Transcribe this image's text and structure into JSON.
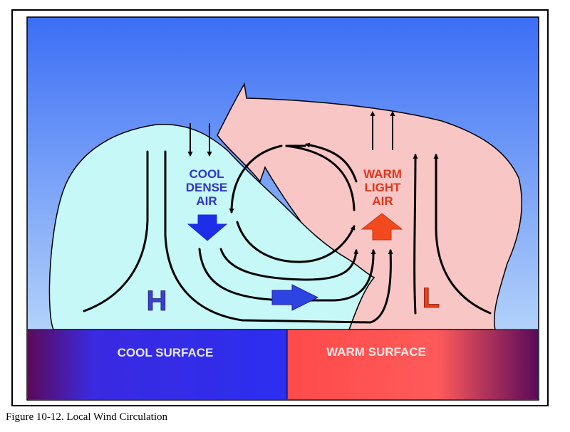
{
  "diagram": {
    "cool_air_label": [
      "COOL",
      "DENSE",
      "AIR"
    ],
    "warm_air_label": [
      "WARM",
      "LIGHT",
      "AIR"
    ],
    "high_pressure_label": "H",
    "low_pressure_label": "L",
    "cool_surface_label": "COOL SURFACE",
    "warm_surface_label": "WARM SURFACE"
  },
  "colors": {
    "sky_top": "#3b6ef5",
    "sky_bottom": "#cde8fb",
    "cool_air_mass": "#c6f8f8",
    "warm_air_mass": "#f9c6c6",
    "cool_text": "#2e36c8",
    "warm_text": "#e0351b",
    "cool_surface": "#2c2ef0",
    "warm_surface": "#ff5050",
    "surface_edge": "#5a0a5a"
  },
  "caption": "Figure 10-12. Local Wind Circulation"
}
